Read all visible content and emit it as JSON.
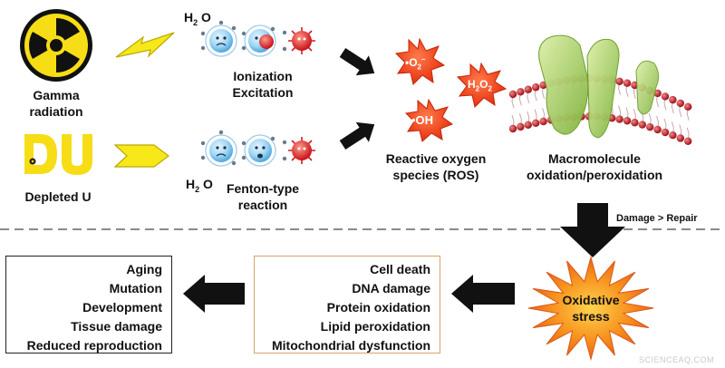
{
  "labels": {
    "water": {
      "base": "H",
      "sub": "2",
      "tail": "O"
    },
    "gamma": [
      "Gamma",
      "radiation"
    ],
    "ionization": [
      "Ionization",
      "Excitation"
    ],
    "depleted_u": "Depleted U",
    "fenton": [
      "Fenton-type",
      "reaction"
    ],
    "ros": [
      "Reactive oxygen",
      "species (ROS)"
    ],
    "macromolecule": [
      "Macromolecule",
      "oxidation/peroxidation"
    ],
    "damage_repair": "Damage > Repair",
    "superoxide": {
      "base": "•O",
      "sub": "2",
      "sup": "–"
    },
    "peroxide": {
      "base1": "H",
      "sub1": "2",
      "base2": "O",
      "sub2": "2"
    },
    "hydroxyl": "•OH",
    "oxidative_stress": [
      "Oxidative",
      "stress"
    ]
  },
  "effects": [
    "Cell death",
    "DNA damage",
    "Protein oxidation",
    "Lipid peroxidation",
    "Mitochondrial dysfunction"
  ],
  "outcomes": [
    "Aging",
    "Mutation",
    "Development",
    "Tissue damage",
    "Reduced reproduction"
  ],
  "colors": {
    "radiation_yellow": "#f6dd16",
    "ros_red": "#e5310f",
    "stress_orange": "#f7931e",
    "membrane_head": "#a00d16",
    "protein_green": "#8fc14a",
    "effects_border": "#d9a36a"
  },
  "watermark": "SCIENCEAQ.COM"
}
